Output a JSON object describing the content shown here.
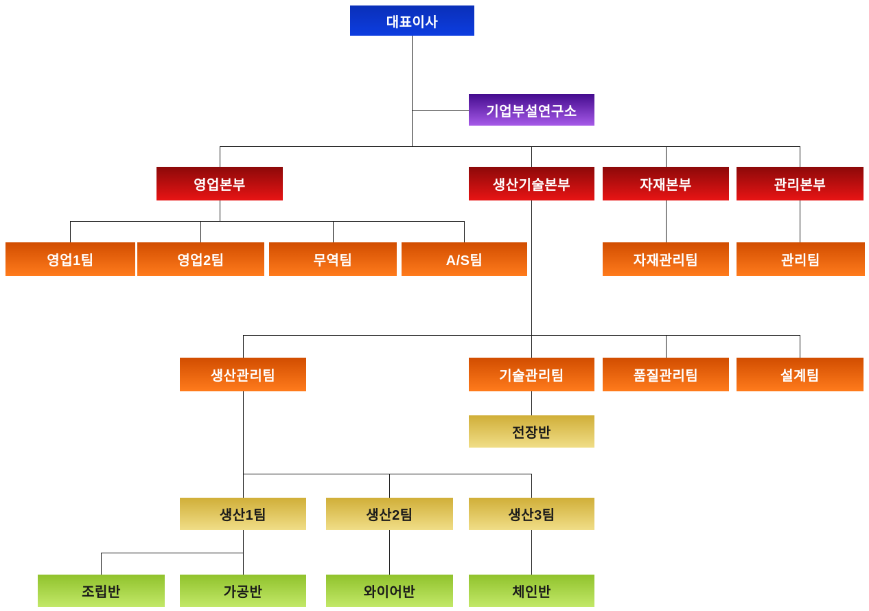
{
  "org_chart": {
    "type": "org-tree",
    "nodes": {
      "ceo": {
        "label": "대표이사",
        "level": "executive",
        "parent": null
      },
      "research_institute": {
        "label": "기업부설연구소",
        "level": "institute",
        "parent": "ceo"
      },
      "sales_hq": {
        "label": "영업본부",
        "level": "division",
        "parent": "ceo"
      },
      "production_tech_hq": {
        "label": "생산기술본부",
        "level": "division",
        "parent": "ceo"
      },
      "materials_hq": {
        "label": "자재본부",
        "level": "division",
        "parent": "ceo"
      },
      "management_hq": {
        "label": "관리본부",
        "level": "division",
        "parent": "ceo"
      },
      "sales_team_1": {
        "label": "영업1팀",
        "level": "team",
        "parent": "sales_hq"
      },
      "sales_team_2": {
        "label": "영업2팀",
        "level": "team",
        "parent": "sales_hq"
      },
      "trade_team": {
        "label": "무역팀",
        "level": "team",
        "parent": "sales_hq"
      },
      "as_team": {
        "label": "A/S팀",
        "level": "team",
        "parent": "sales_hq"
      },
      "materials_mgmt_team": {
        "label": "자재관리팀",
        "level": "team",
        "parent": "materials_hq"
      },
      "management_team": {
        "label": "관리팀",
        "level": "team",
        "parent": "management_hq"
      },
      "production_mgmt_team": {
        "label": "생산관리팀",
        "level": "team",
        "parent": "production_tech_hq"
      },
      "tech_mgmt_team": {
        "label": "기술관리팀",
        "level": "team",
        "parent": "production_tech_hq"
      },
      "quality_mgmt_team": {
        "label": "품질관리팀",
        "level": "team",
        "parent": "production_tech_hq"
      },
      "design_team": {
        "label": "설계팀",
        "level": "team",
        "parent": "production_tech_hq"
      },
      "electrical_unit": {
        "label": "전장반",
        "level": "sub_team",
        "parent": "tech_mgmt_team"
      },
      "production_team_1": {
        "label": "생산1팀",
        "level": "sub_team",
        "parent": "production_mgmt_team"
      },
      "production_team_2": {
        "label": "생산2팀",
        "level": "sub_team",
        "parent": "production_mgmt_team"
      },
      "production_team_3": {
        "label": "생산3팀",
        "level": "sub_team",
        "parent": "production_mgmt_team"
      },
      "assembly_unit": {
        "label": "조립반",
        "level": "work_unit",
        "parent": "production_team_1"
      },
      "processing_unit": {
        "label": "가공반",
        "level": "work_unit",
        "parent": "production_team_1"
      },
      "wire_unit": {
        "label": "와이어반",
        "level": "work_unit",
        "parent": "production_team_2"
      },
      "chain_unit": {
        "label": "체인반",
        "level": "work_unit",
        "parent": "production_team_3"
      }
    },
    "colors": {
      "executive_top": "#0a2fb8",
      "executive_bottom": "#0d3de0",
      "institute_top": "#440b8e",
      "institute_bottom": "#a65ae8",
      "division_top": "#8c0909",
      "division_bottom": "#e81414",
      "team_top": "#d14d00",
      "team_bottom": "#ff7b1c",
      "sub_team_top": "#d0ae38",
      "sub_team_bottom": "#f0dd87",
      "work_unit_top": "#90c22c",
      "work_unit_bottom": "#c2e868",
      "connector": "#1a1a1a",
      "label_light": "#ffffff",
      "label_dark": "#1a1a1a"
    }
  }
}
